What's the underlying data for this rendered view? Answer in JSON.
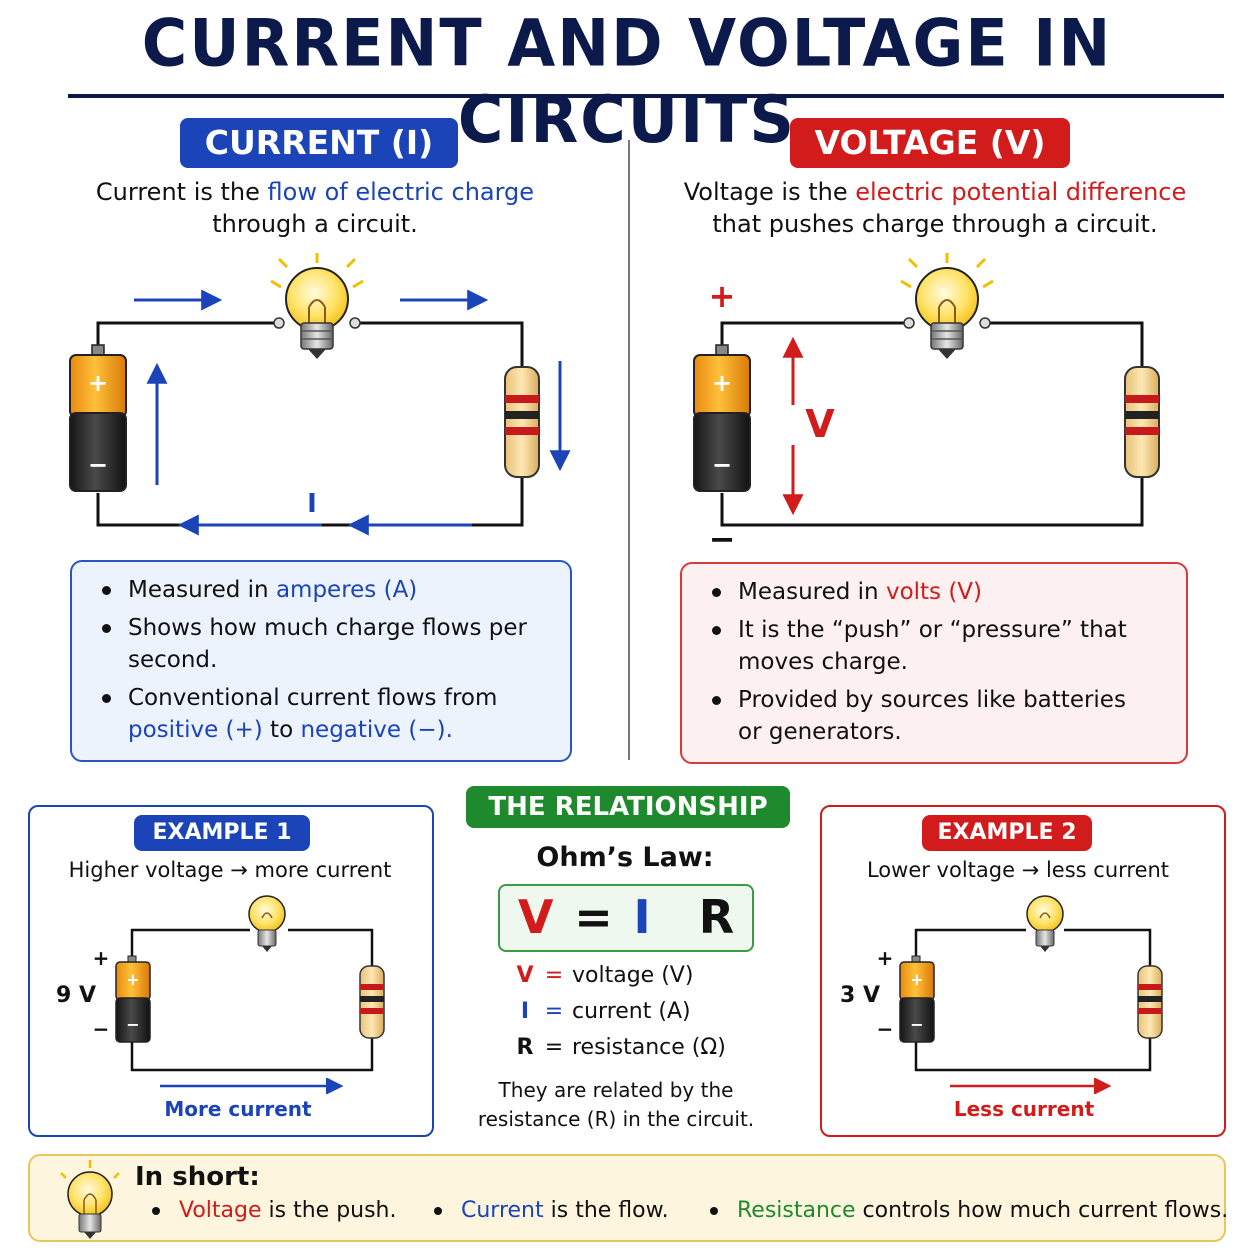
{
  "title": "CURRENT AND VOLTAGE IN CIRCUITS",
  "colors": {
    "blue": "#1a44b8",
    "red": "#d21b1b",
    "green": "#1f8a2d",
    "navy": "#0b1a4a"
  },
  "current": {
    "heading": "CURRENT (I)",
    "def_pre": "Current is the ",
    "def_highlight": "flow of electric charge",
    "def_line2": "through a circuit.",
    "label_i": "I",
    "battery_plus": "+",
    "battery_minus": "−",
    "b1_pre": "Measured in ",
    "b1_highlight": "amperes (A)",
    "b2": "Shows how much charge flows per second.",
    "b3_pre": "Conventional current flows from ",
    "b3_pos": "positive (+)",
    "b3_mid": " to ",
    "b3_neg": "negative (−)",
    "b3_end": "."
  },
  "voltage": {
    "heading": "VOLTAGE (V)",
    "def_pre": "Voltage is the ",
    "def_highlight": "electric potential difference",
    "def_line2": "that pushes charge through a circuit.",
    "label_v": "V",
    "terminal_plus": "+",
    "terminal_minus": "−",
    "battery_plus": "+",
    "battery_minus": "−",
    "b1_pre": "Measured in ",
    "b1_highlight": "volts (V)",
    "b2": "It is the “push” or “pressure” that moves charge.",
    "b3": "Provided by sources like batteries or generators."
  },
  "example1": {
    "heading": "EXAMPLE 1",
    "subtitle": "Higher voltage → more current",
    "voltage_label": "9 V",
    "plus": "+",
    "minus": "−",
    "battery_plus": "+",
    "battery_minus": "−",
    "caption": "More current"
  },
  "relationship": {
    "heading": "THE RELATIONSHIP",
    "law_title": "Ohm’s Law:",
    "formula_v": "V",
    "formula_eq": "=",
    "formula_i": "I",
    "formula_r": "R",
    "legend": [
      {
        "sym": "V",
        "eq": "=",
        "text": "voltage (V)",
        "color": "#d21b1b"
      },
      {
        "sym": "I",
        "eq": "=",
        "text": "current (A)",
        "color": "#1a44b8"
      },
      {
        "sym": "R",
        "eq": "=",
        "text": "resistance (Ω)",
        "color": "#111111"
      }
    ],
    "note_line1": "They are related by the",
    "note_line2": "resistance (R) in the circuit."
  },
  "example2": {
    "heading": "EXAMPLE 2",
    "subtitle": "Lower voltage → less current",
    "voltage_label": "3 V",
    "plus": "+",
    "minus": "−",
    "battery_plus": "+",
    "battery_minus": "−",
    "caption": "Less current"
  },
  "in_short": {
    "title": "In short:",
    "item1_key": "Voltage",
    "item1_rest": " is the push.",
    "item2_key": "Current",
    "item2_rest": " is the flow.",
    "item3_key": "Resistance",
    "item3_rest": " controls how much current flows."
  }
}
